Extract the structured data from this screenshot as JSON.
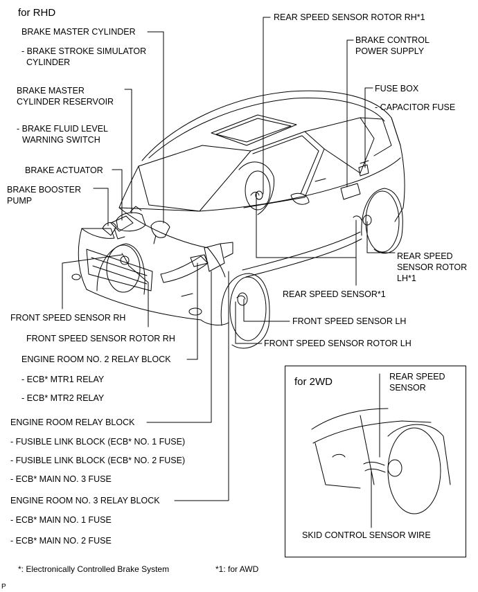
{
  "title": "for RHD",
  "labels": {
    "brake_master_cylinder": "BRAKE MASTER CYLINDER",
    "brake_stroke_simulator_1": "- BRAKE STROKE SIMULATOR",
    "brake_stroke_simulator_2": "CYLINDER",
    "master_cyl_reservoir_1": "BRAKE MASTER",
    "master_cyl_reservoir_2": "CYLINDER RESERVOIR",
    "fluid_level_switch_1": "- BRAKE FLUID LEVEL",
    "fluid_level_switch_2": "WARNING SWITCH",
    "brake_actuator": "BRAKE ACTUATOR",
    "brake_booster_pump_1": "BRAKE BOOSTER",
    "brake_booster_pump_2": "PUMP",
    "rear_speed_sensor_rotor_rh": "REAR SPEED SENSOR ROTOR RH*1",
    "brake_control_power_1": "BRAKE CONTROL",
    "brake_control_power_2": "POWER SUPPLY",
    "fuse_box": "FUSE BOX",
    "capacitor_fuse": "- CAPACITOR FUSE",
    "rear_speed_sensor_rotor_lh_1": "REAR SPEED",
    "rear_speed_sensor_rotor_lh_2": "SENSOR ROTOR",
    "rear_speed_sensor_rotor_lh_3": "LH*1",
    "rear_speed_sensor": "REAR SPEED SENSOR*1",
    "front_speed_sensor_lh": "FRONT SPEED SENSOR LH",
    "front_speed_sensor_rotor_lh": "FRONT SPEED SENSOR ROTOR LH",
    "front_speed_sensor_rh": "FRONT SPEED SENSOR RH",
    "front_speed_sensor_rotor_rh": "FRONT SPEED SENSOR ROTOR RH",
    "engine_room_no2_relay_block": "ENGINE ROOM NO. 2 RELAY BLOCK",
    "ecb_mtr1_relay": "- ECB* MTR1 RELAY",
    "ecb_mtr2_relay": "- ECB* MTR2 RELAY",
    "engine_room_relay_block": "ENGINE ROOM RELAY BLOCK",
    "fusible_link_no1": "- FUSIBLE LINK BLOCK (ECB* NO. 1 FUSE)",
    "fusible_link_no2": "- FUSIBLE LINK BLOCK (ECB* NO. 2 FUSE)",
    "ecb_main_no3_fuse": "- ECB* MAIN NO. 3 FUSE",
    "engine_room_no3_relay_block": "ENGINE ROOM NO. 3 RELAY BLOCK",
    "ecb_main_no1_fuse": "- ECB* MAIN NO. 1 FUSE",
    "ecb_main_no2_fuse": "- ECB* MAIN NO. 2 FUSE"
  },
  "inset": {
    "title": "for 2WD",
    "rear_speed_sensor_1": "REAR SPEED",
    "rear_speed_sensor_2": "SENSOR",
    "skid_control_sensor_wire": "SKID CONTROL SENSOR WIRE"
  },
  "footnotes": {
    "ecb": "*: Electronically Controlled Brake System",
    "awd": "*1: for AWD"
  },
  "corner_mark": "P"
}
